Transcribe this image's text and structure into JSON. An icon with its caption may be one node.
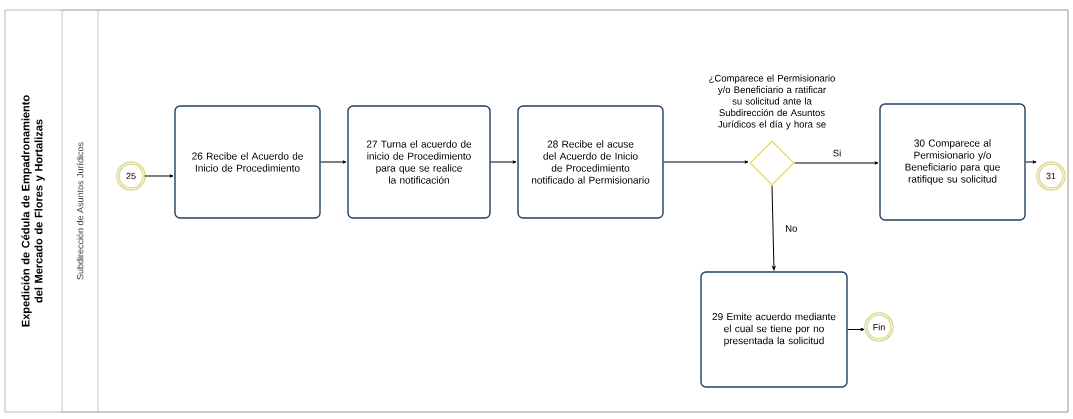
{
  "diagram": {
    "nodes": [
      {
        "text": [
          "Expedición de Cédula de Empadronamiento del Mercado de Flores y Hortalizas"
        ]
      },
      {
        "text": [
          "Subdirección de Asuntos Jurídicos"
        ],
        "in": 0
      },
      {
        "text": [
          "25"
        ],
        "in": 1
      },
      {
        "text": [
          "26 Recibe el Acuerdo de Inicio de Procedimiento"
        ],
        "in": 1
      },
      {
        "text": [
          "27 Turna el acuerdo de inicio de Procedimiento para que se realice la notificación"
        ],
        "in": 1
      },
      {
        "text": [
          "28 Recibe el acuse del Acuerdo de Inicio de Procedimiento notificado al Permisionario"
        ],
        "in": 1
      },
      {
        "text": [
          "¿Comparece el Permisionario y/o Beneficiario a ratificar su solicitud ante la Subdirección de Asuntos Jurídicos el día y hora se"
        ],
        "in": 1
      },
      {
        "text": [
          "30 Comparece al Permisionario y/o Beneficiario para que ratifique su solicitud"
        ],
        "in": 1
      },
      {
        "text": [
          "31"
        ],
        "in": 1
      },
      {
        "text": [
          "29 Emite acuerdo mediante el cual se tiene por no presentada la solicitud"
        ],
        "in": 1
      },
      {
        "text": [
          "Fin"
        ],
        "in": 1
      }
    ],
    "edges": [
      {
        "from": 2,
        "to": 3,
        "arrow": "to"
      },
      {
        "from": 3,
        "to": 4,
        "arrow": "to"
      },
      {
        "from": 4,
        "to": 5,
        "arrow": "to"
      },
      {
        "from": 5,
        "to": 6,
        "arrow": "to"
      },
      {
        "from": 6,
        "to": 7,
        "arrow": "to",
        "label": "Si"
      },
      {
        "from": 7,
        "to": 8,
        "arrow": "to"
      },
      {
        "from": 6,
        "to": 9,
        "arrow": "to",
        "label": "No"
      },
      {
        "from": 9,
        "to": 10,
        "arrow": "to"
      }
    ]
  }
}
